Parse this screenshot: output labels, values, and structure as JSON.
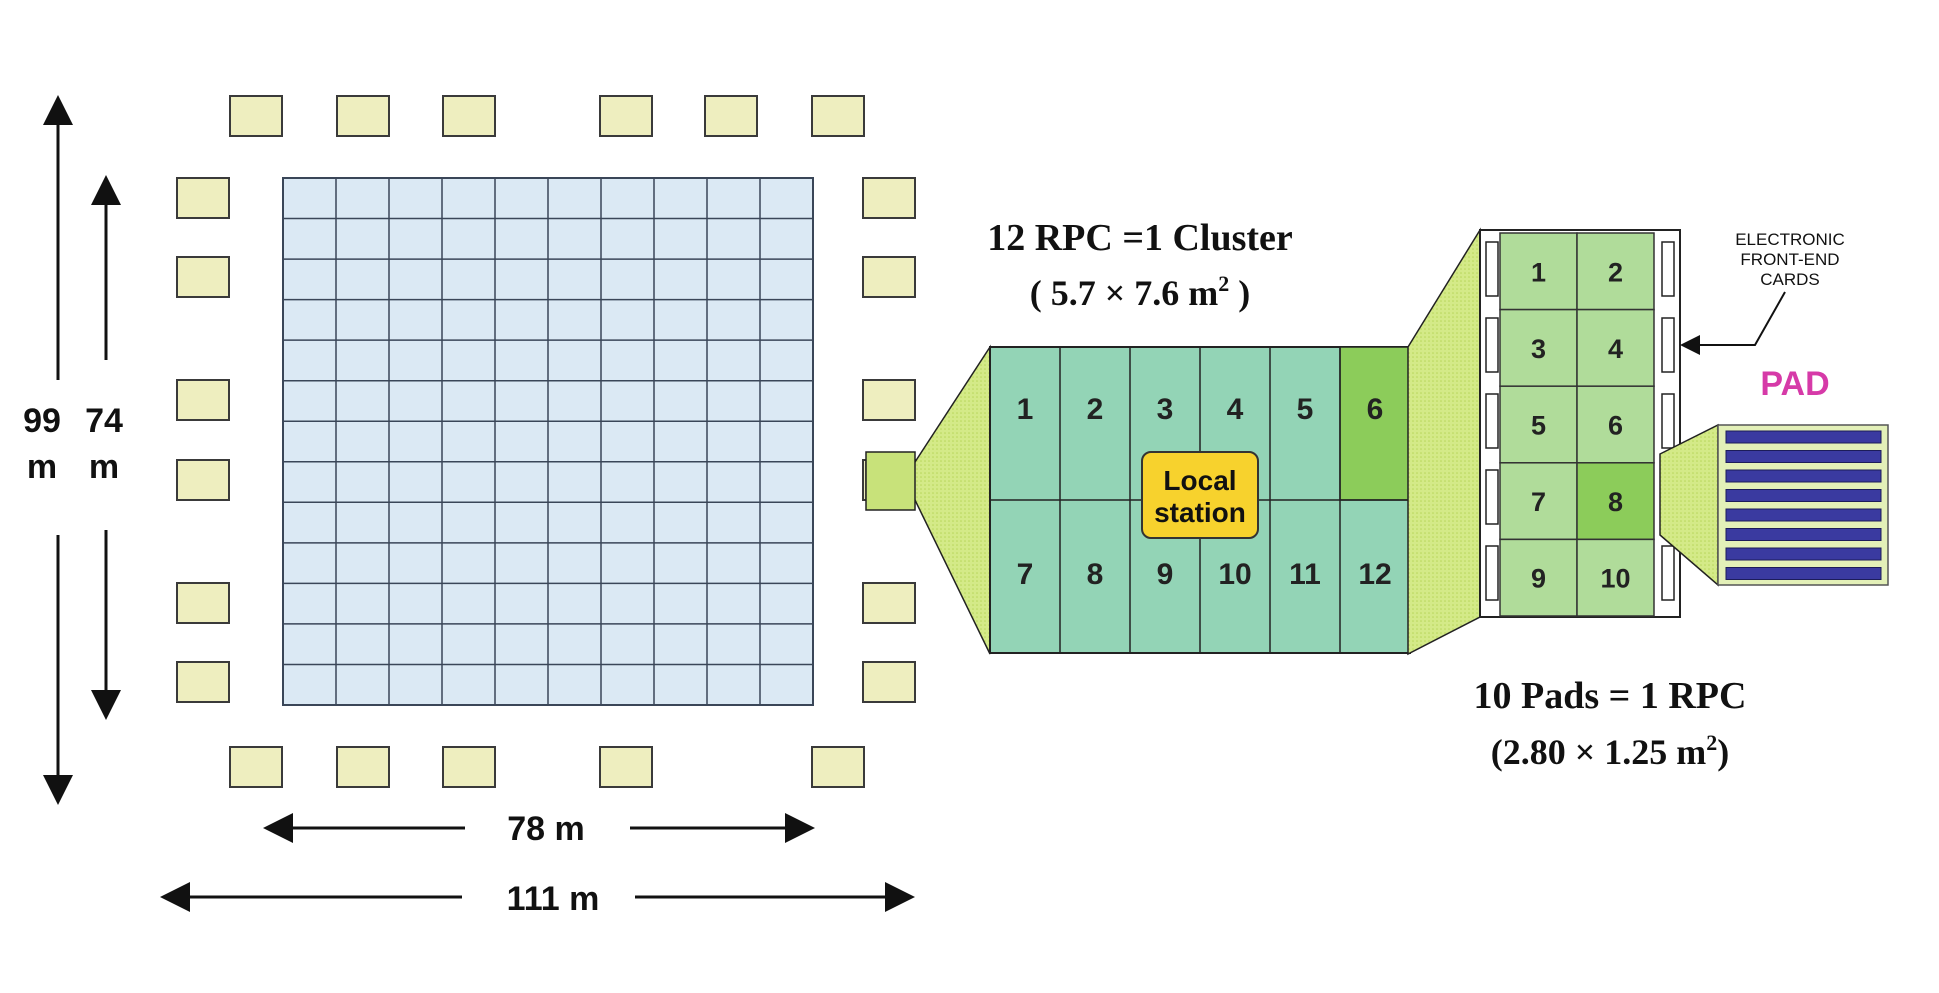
{
  "dimensions": {
    "outer_height": "99",
    "outer_height_unit": "m",
    "inner_height": "74",
    "inner_height_unit": "m",
    "inner_width": "78 m",
    "outer_width": "111 m"
  },
  "field": {
    "grid_rows": 13,
    "grid_cols": 10,
    "grid_color": "#dbe9f4",
    "outrigger_color": "#eeeebf",
    "top_outriggers": 6,
    "bottom_outriggers": 5,
    "side_outriggers_per_side": 6
  },
  "cluster": {
    "title": "12 RPC =1 Cluster",
    "area_open": "( 5.7 × 7.6 m",
    "area_exp": "2",
    "area_close": " )",
    "rpc_labels": [
      "1",
      "2",
      "3",
      "4",
      "5",
      "6",
      "7",
      "8",
      "9",
      "10",
      "11",
      "12"
    ],
    "highlight_label": "6",
    "station_label_line1": "Local",
    "station_label_line2": "station",
    "cluster_color": "#93d4b6",
    "highlight_color": "#8ccc5a",
    "station_color": "#f7d22d"
  },
  "rpc": {
    "title": "10 Pads = 1 RPC",
    "area_open": "(2.80 × 1.25 m",
    "area_exp": "2",
    "area_close": ")",
    "pad_labels": [
      "1",
      "2",
      "3",
      "4",
      "5",
      "6",
      "7",
      "8",
      "9",
      "10"
    ],
    "highlight_label": "8",
    "fe_label_line1": "ELECTRONIC",
    "fe_label_line2": "FRONT-END",
    "fe_label_line3": "CARDS",
    "pad_title": "PAD",
    "pad_title_color": "#d63aa8",
    "pad_color": "#b0dc9a",
    "strip_color": "#3a3aa0"
  }
}
